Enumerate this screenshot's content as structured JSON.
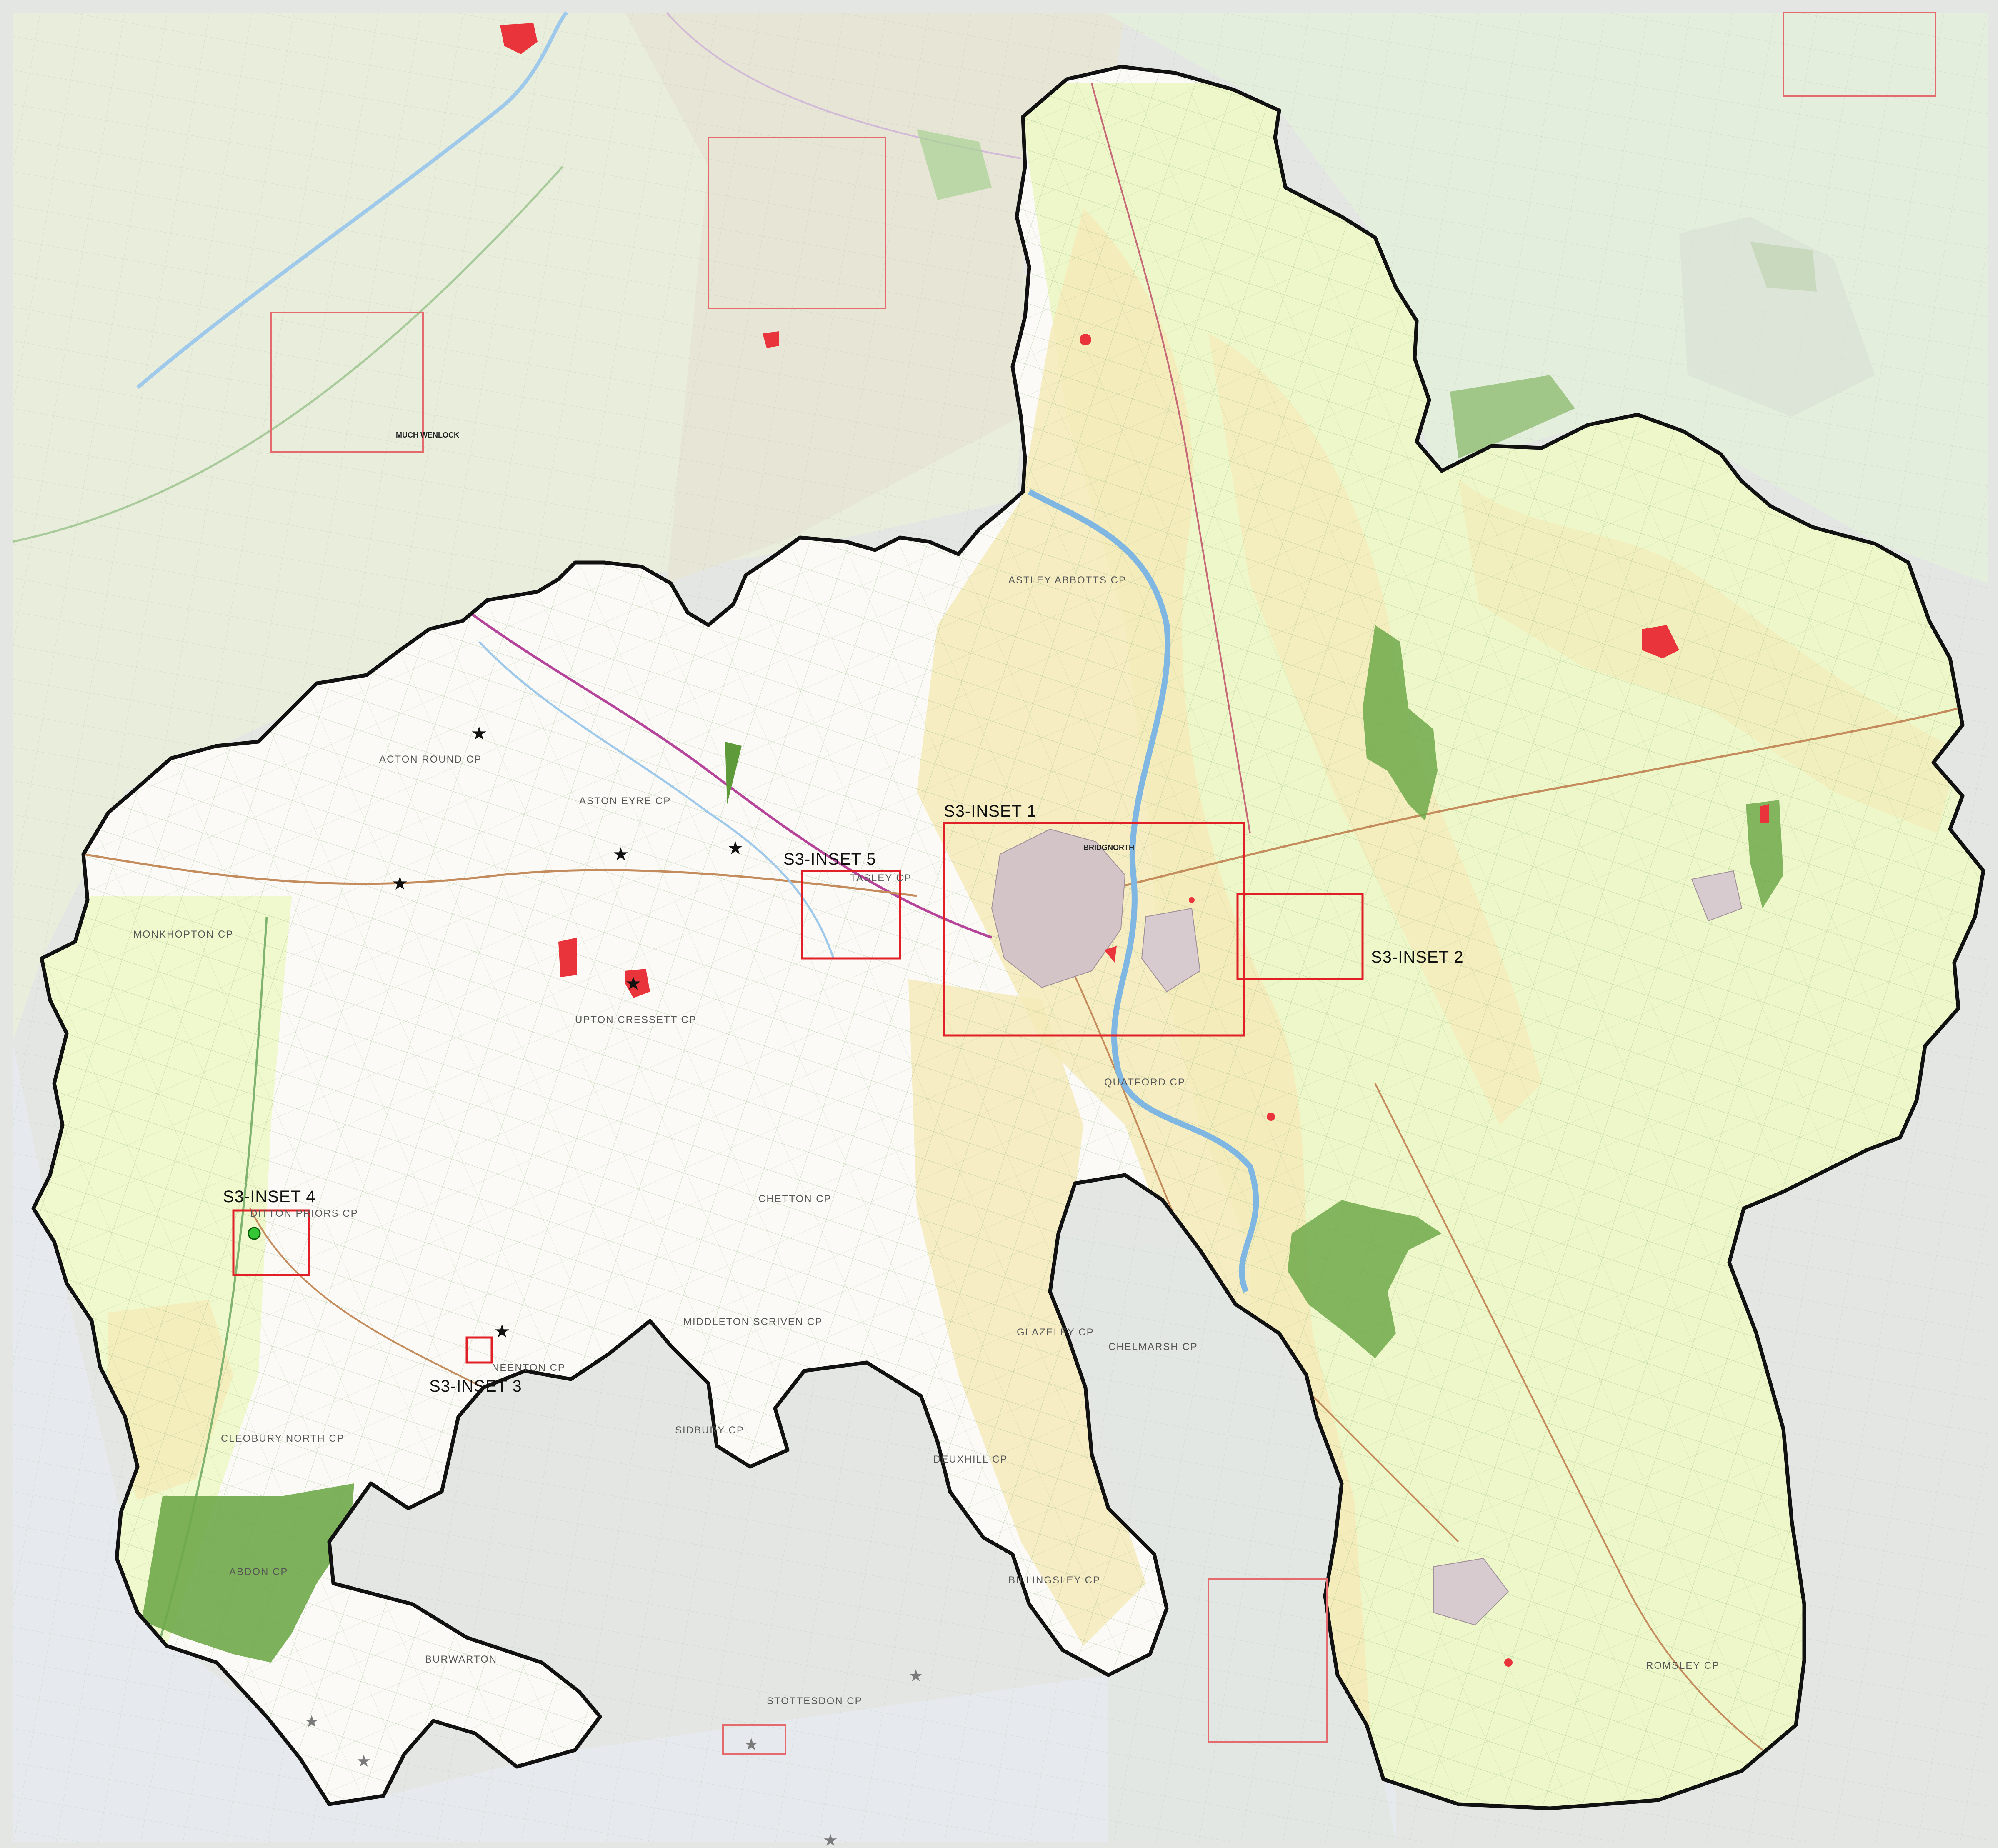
{
  "map": {
    "colors": {
      "background_grey": "#e4e6e4",
      "outside_west": "#e9eddc",
      "outside_north": "#e7e5d6",
      "outside_northeast": "#e4eedc",
      "outside_south": "#e6eaee",
      "area_white": "#fbfaf6",
      "area_lime": "#eef7c9",
      "area_tan": "#f5eab8",
      "woodland": "#6fa94a",
      "site_red": "#e8343a",
      "inset_red": "#e01f26",
      "boundary": "#111111",
      "river": "#9ec9ea"
    },
    "inset_labels": [
      {
        "id": "s3-inset-1",
        "text": "S3-INSET 1"
      },
      {
        "id": "s3-inset-2",
        "text": "S3-INSET 2"
      },
      {
        "id": "s3-inset-3",
        "text": "S3-INSET 3"
      },
      {
        "id": "s3-inset-4",
        "text": "S3-INSET 4"
      },
      {
        "id": "s3-inset-5",
        "text": "S3-INSET 5"
      }
    ],
    "place_labels": [
      {
        "id": "much-wenlock",
        "text": "MUCH WENLOCK"
      },
      {
        "id": "bridgnorth",
        "text": "BRIDGNORTH"
      },
      {
        "id": "acton-round",
        "text": "ACTON ROUND CP"
      },
      {
        "id": "aston-eyre",
        "text": "ASTON EYRE CP"
      },
      {
        "id": "monkhopton",
        "text": "MONKHOPTON CP"
      },
      {
        "id": "upton-cressett",
        "text": "UPTON CRESSETT CP"
      },
      {
        "id": "astley-abbotts",
        "text": "ASTLEY ABBOTTS CP"
      },
      {
        "id": "tasley",
        "text": "TASLEY CP"
      },
      {
        "id": "chetton",
        "text": "CHETTON CP"
      },
      {
        "id": "middleton-scriven",
        "text": "MIDDLETON SCRIVEN CP"
      },
      {
        "id": "glazeley",
        "text": "GLAZELEY CP"
      },
      {
        "id": "deuxhill",
        "text": "DEUXHILL CP"
      },
      {
        "id": "sidbury",
        "text": "SIDBURY CP"
      },
      {
        "id": "chelmarsh",
        "text": "CHELMARSH CP"
      },
      {
        "id": "sardington",
        "text": "QUATFORD CP"
      },
      {
        "id": "romsley",
        "text": "ROMSLEY CP"
      },
      {
        "id": "neenton",
        "text": "NEENTON CP"
      },
      {
        "id": "cleobury-north",
        "text": "CLEOBURY NORTH CP"
      },
      {
        "id": "abdon",
        "text": "ABDON CP"
      },
      {
        "id": "burwarton",
        "text": "BURWARTON"
      },
      {
        "id": "ditton-priors",
        "text": "DITTON PRIORS CP"
      },
      {
        "id": "stottesdon",
        "text": "STOTTESDON CP"
      },
      {
        "id": "billingsley",
        "text": "BILLINGSLEY CP"
      }
    ],
    "symbols": {
      "star": "star-icon",
      "site_marker": "green-circle-icon"
    }
  }
}
